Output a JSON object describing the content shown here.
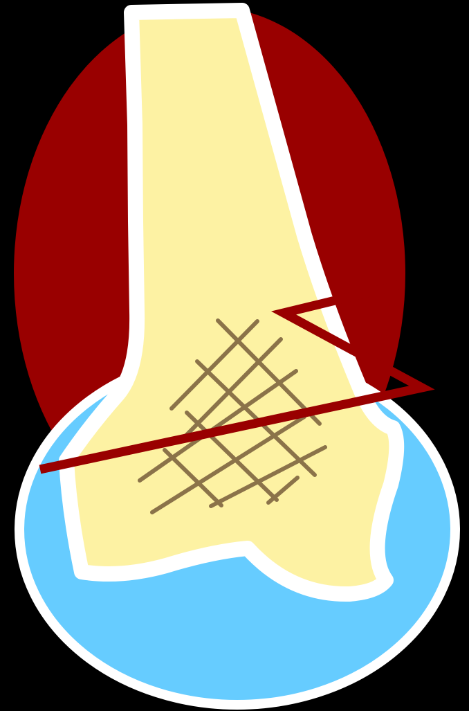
{
  "colors": {
    "background": "#000000",
    "muscle": "#990000",
    "joint_space": "#66ccff",
    "joint_outline": "#ffffff",
    "bone_fill": "#fdf2a3",
    "bone_outline": "#ffffff",
    "hatch": "#8b7349",
    "cut_line": "#990000"
  },
  "parts": [
    {
      "name": "muscle",
      "icon": "muscle-shape"
    },
    {
      "name": "joint-space",
      "icon": "joint-capsule-shape"
    },
    {
      "name": "bone",
      "icon": "femur-shape"
    },
    {
      "name": "hatched-region",
      "icon": "crosshatch"
    },
    {
      "name": "cut-line",
      "icon": "zigzag-line"
    }
  ]
}
